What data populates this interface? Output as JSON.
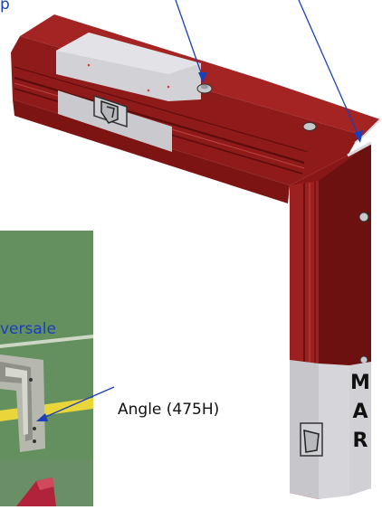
{
  "labels": {
    "top_partial": "p",
    "left_partial": "versale",
    "angle_callout": "Angle (475H)"
  },
  "plate_letters": [
    "M",
    "A",
    "R"
  ],
  "colors": {
    "frame_red": "#8e1a1a",
    "frame_red_dark": "#6c1010",
    "frame_red_light": "#a82626",
    "steel_grey": "#cfcfd4",
    "callout_blue": "#1a3fb8",
    "photo_green": "#5f8a5c",
    "tape_yellow": "#e9d63a"
  }
}
